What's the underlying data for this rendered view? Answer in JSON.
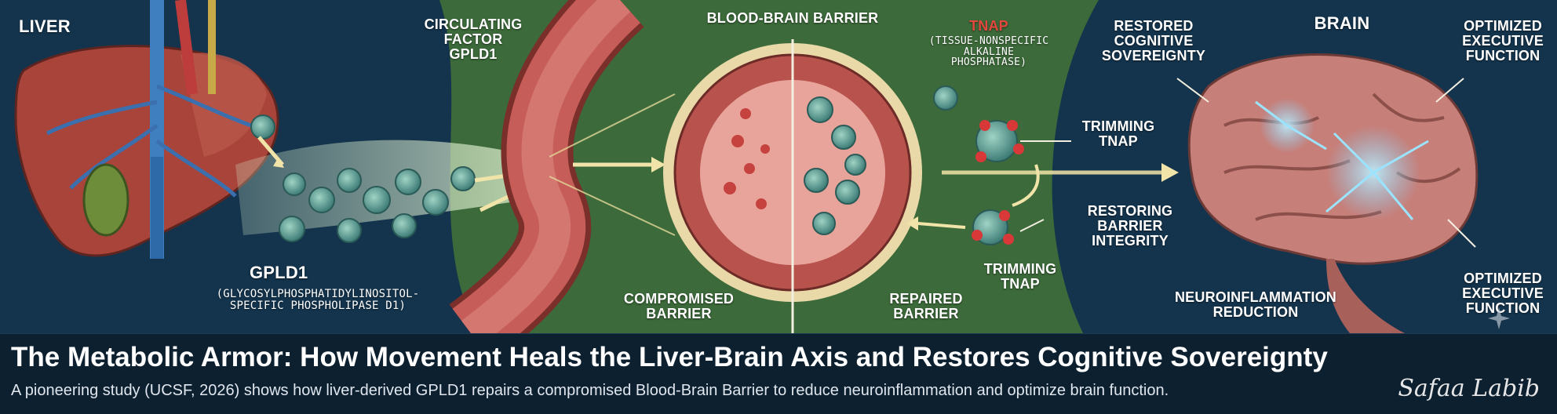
{
  "labels": {
    "liver": "LIVER",
    "circulating_factor": "CIRCULATING\nFACTOR\nGPLD1",
    "bbb": "BLOOD-BRAIN BARRIER",
    "tnap": "TNAP",
    "tnap_full": "(TISSUE-NONSPECIFIC\nALKALINE\nPHOSPHATASE)",
    "brain": "BRAIN",
    "restored_cognitive": "RESTORED\nCOGNITIVE\nSOVEREIGNTY",
    "optimized_exec_top": "OPTIMIZED\nEXECUTIVE\nFUNCTION",
    "trimming_tnap_1": "TRIMMING\nTNAP",
    "restoring_barrier": "RESTORING\nBARRIER\nINTEGRITY",
    "trimming_tnap_2": "TRIMMING\nTNAP",
    "gpld1": "GPLD1",
    "gpld1_full": "(GLYCOSYLPHOSPHATIDYLINOSITOL-\nSPECIFIC PHOSPHOLIPASE D1)",
    "compromised_barrier": "COMPROMISED\nBARRIER",
    "repaired_barrier": "REPAIRED\nBARRIER",
    "neuroinflammation": "NEUROINFLAMMATION\nREDUCTION",
    "optimized_exec_bottom": "OPTIMIZED\nEXECUTIVE\nFUNCTION"
  },
  "banner": {
    "title": "The Metabolic Armor: How Movement Heals the Liver-Brain Axis and Restores Cognitive Sovereignty",
    "subtitle": "A pioneering study (UCSF, 2026) shows how liver-derived GPLD1 repairs a compromised Blood-Brain Barrier to reduce neuroinflammation and optimize brain function.",
    "signature": "Safaa Labib"
  },
  "colors": {
    "navy_bg": "#14344d",
    "green_bg": "#3c6a3a",
    "liver": "#a8443a",
    "vessel": "#c65d58",
    "cell_body": "#4f8f86",
    "brain": "#c77f79",
    "arrow": "#f1e4a8",
    "tnap_red": "#d93838",
    "neuron_glow": "#7fd6ff"
  },
  "icons": [
    "liver-illustration",
    "blood-vessel-illustration",
    "gpld1-molecule-icon",
    "tnap-protein-icon",
    "barrier-cross-section-illustration",
    "brain-illustration",
    "sparkle-icon"
  ]
}
